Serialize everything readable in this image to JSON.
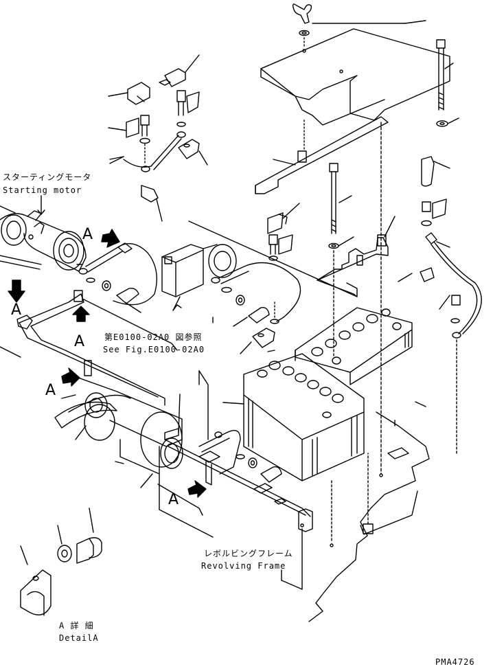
{
  "labels": {
    "starting_motor_jp": "スターティングモータ",
    "starting_motor_en": "Starting motor",
    "see_fig_jp": "第E0100-02A0 図参照",
    "see_fig_en": "See Fig.E0100-02A0",
    "frame_jp": "レボルビングフレーム",
    "frame_en": "Revolving Frame",
    "detail_jp": "A 詳 細",
    "detail_en": "DetailA",
    "view_marker": "A",
    "drawing_code": "PMA4726"
  }
}
